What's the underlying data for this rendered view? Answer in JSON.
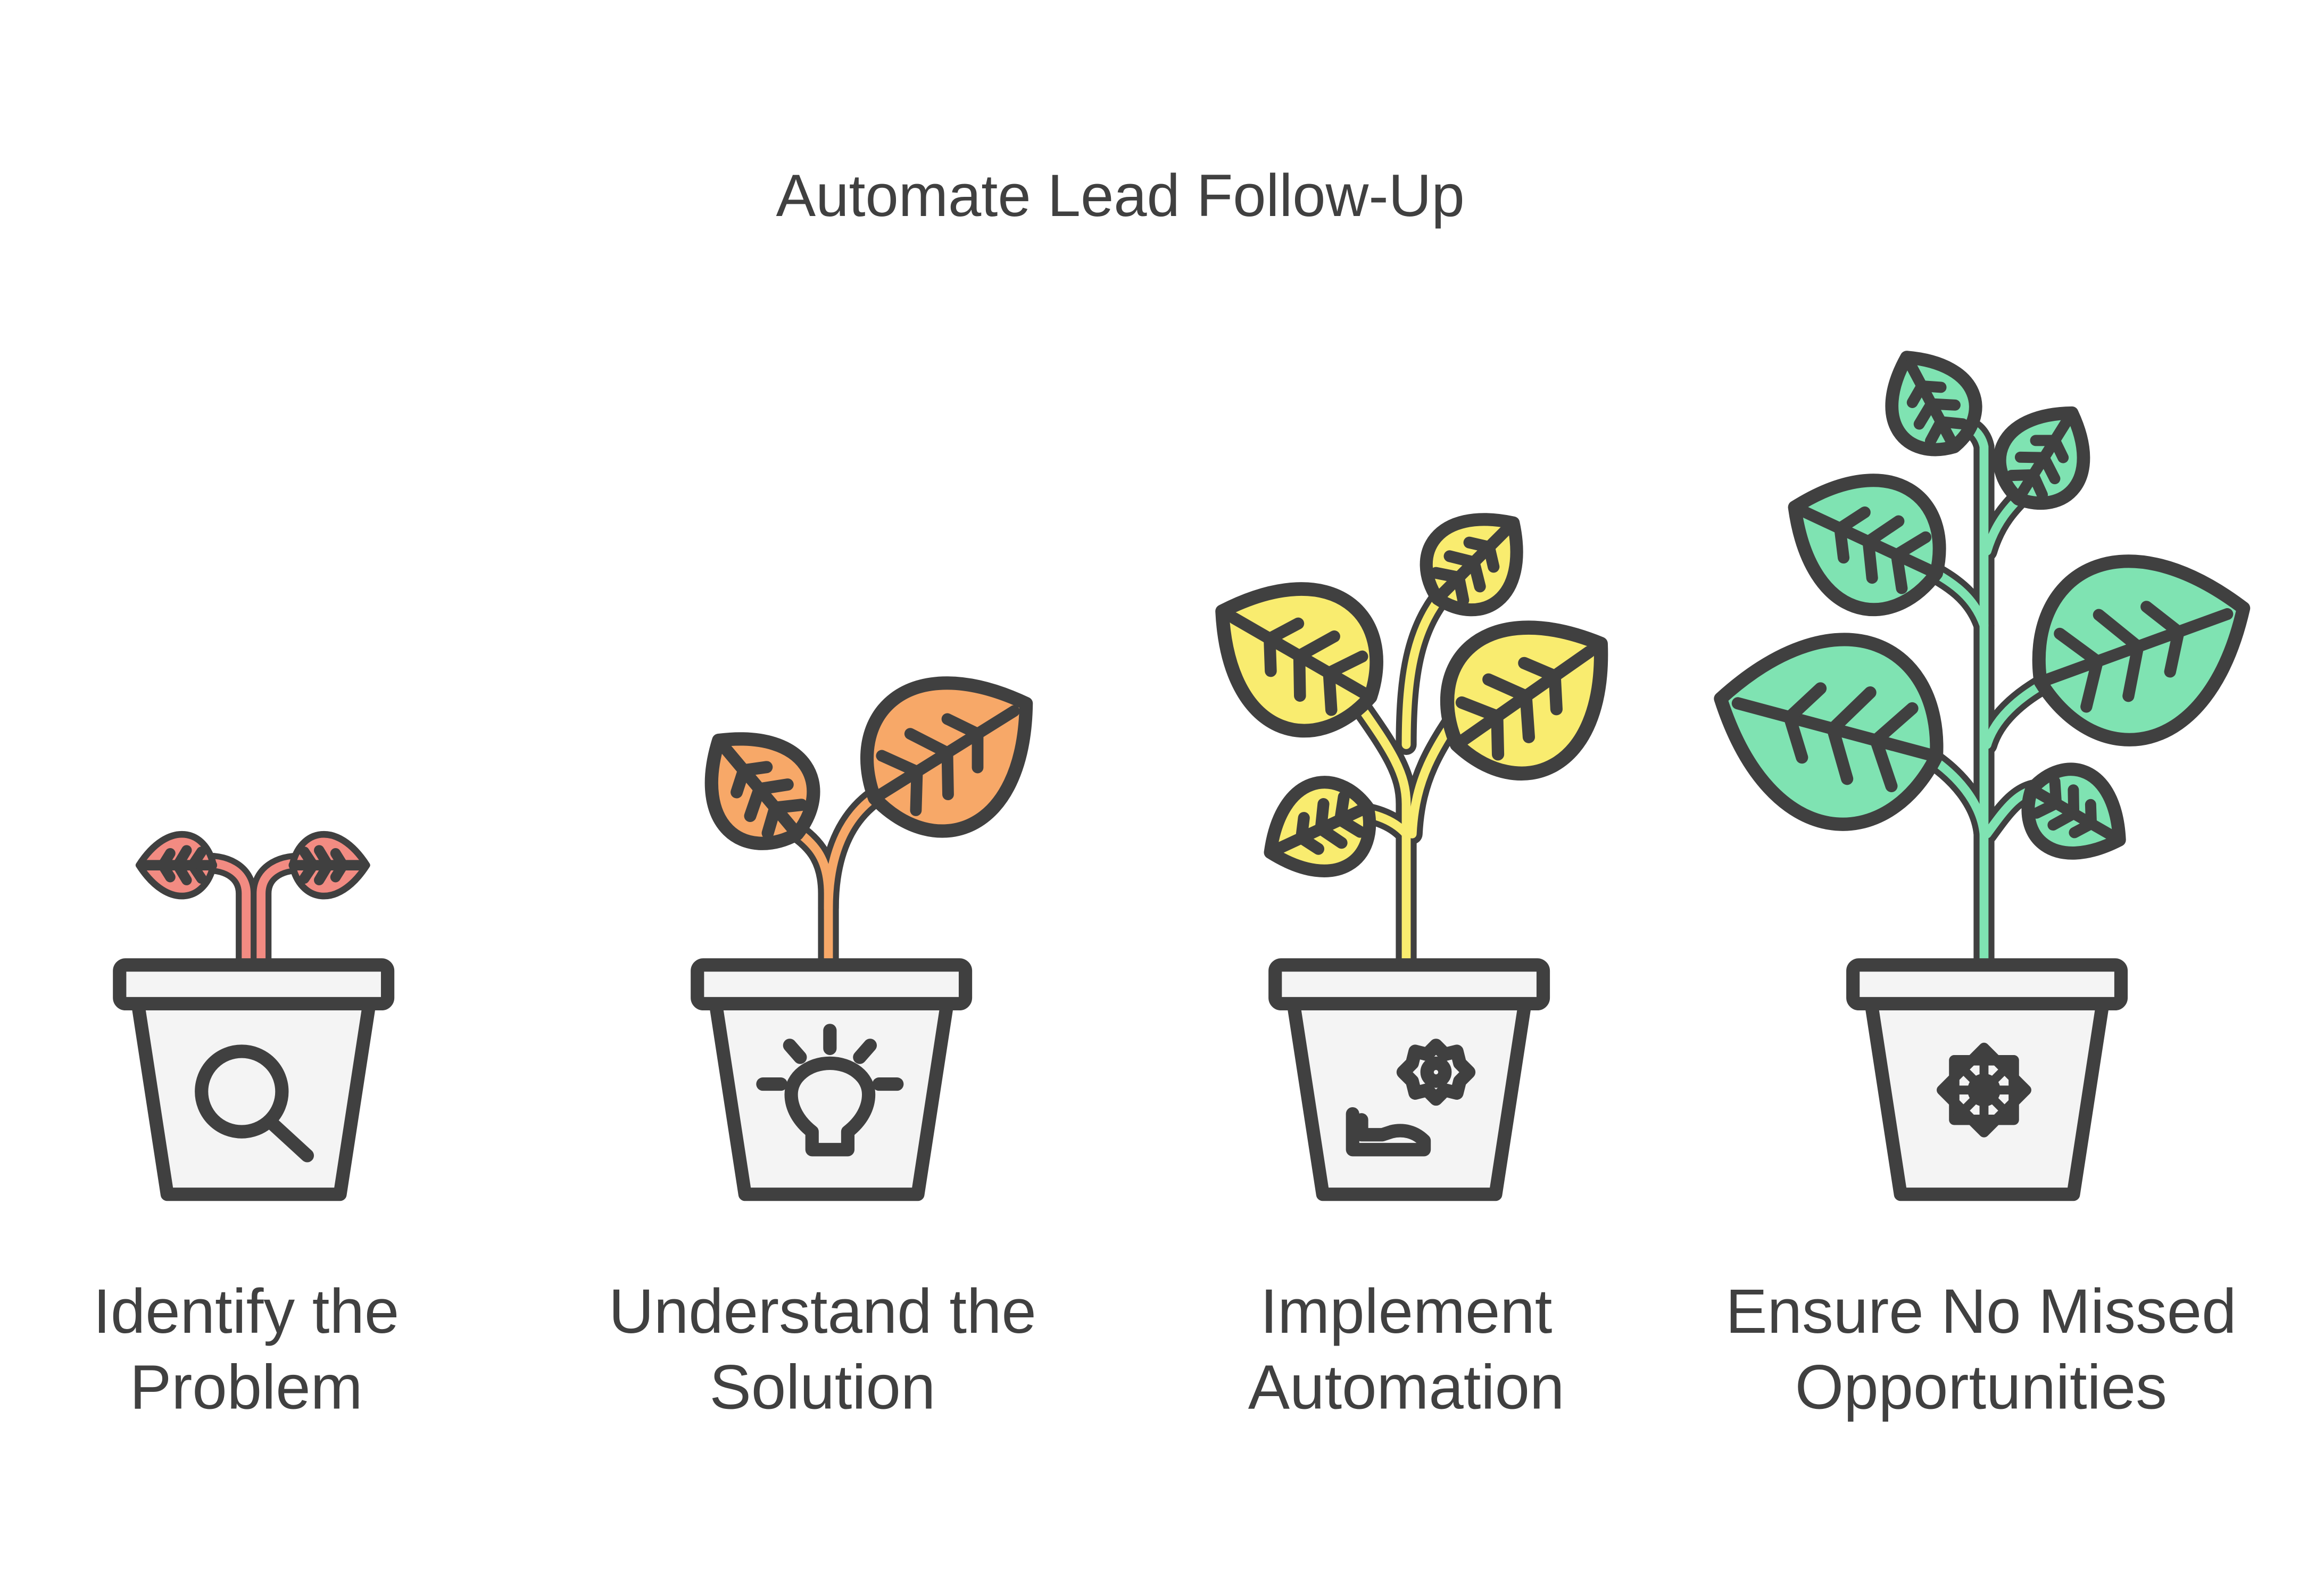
{
  "title": "Automate Lead Follow-Up",
  "stages": [
    {
      "label_line1": "Identify the",
      "label_line2": "Problem",
      "icon": "magnifier-icon",
      "color": "#f28b82"
    },
    {
      "label_line1": "Understand the",
      "label_line2": "Solution",
      "icon": "lightbulb-icon",
      "color": "#f7a868"
    },
    {
      "label_line1": "Implement",
      "label_line2": "Automation",
      "icon": "automation-icon",
      "color": "#f9ec6f"
    },
    {
      "label_line1": "Ensure No Missed",
      "label_line2": "Opportunities",
      "icon": "puzzle-star-icon",
      "color": "#7fe3b2"
    }
  ]
}
